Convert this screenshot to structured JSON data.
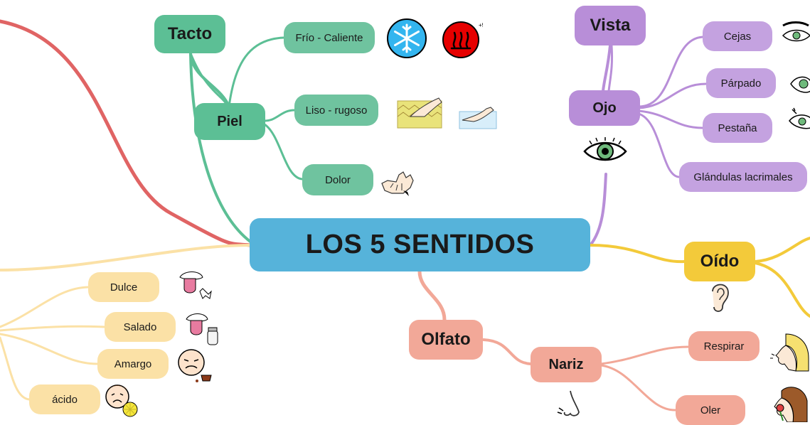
{
  "title": "LOS 5 SENTIDOS",
  "colors": {
    "tacto": "#5cbf95",
    "vista": "#b88ed8",
    "oido": "#f3ca3a",
    "gusto": "#fbe1a6",
    "olfato": "#f2a898",
    "red_branch": "#e06464",
    "center": "#56b3da"
  },
  "tacto": {
    "label": "Tacto",
    "organ": "Piel",
    "items": [
      "Frío - Caliente",
      "Liso - rugoso",
      "Dolor"
    ],
    "icons": [
      "snowflake-icon",
      "heat-icon",
      "smooth-rough-hand-icon",
      "pain-hand-icon"
    ]
  },
  "vista": {
    "label": "Vista",
    "organ": "Ojo",
    "items": [
      "Cejas",
      "Párpado",
      "Pestaña",
      "Glándulas lacrimales"
    ],
    "icons": [
      "eye-icon"
    ]
  },
  "oido": {
    "label": "Oído",
    "icons": [
      "ear-icon"
    ]
  },
  "olfato": {
    "label": "Olfato",
    "organ": "Nariz",
    "items": [
      "Respirar",
      "Oler"
    ],
    "icons": [
      "nose-icon",
      "breathe-icon",
      "smell-flower-icon"
    ]
  },
  "gusto": {
    "items": [
      "Dulce",
      "Salado",
      "Amargo",
      "ácido"
    ],
    "icons": [
      "sweet-tongue-icon",
      "salty-tongue-icon",
      "bitter-face-icon",
      "sour-face-icon"
    ]
  }
}
